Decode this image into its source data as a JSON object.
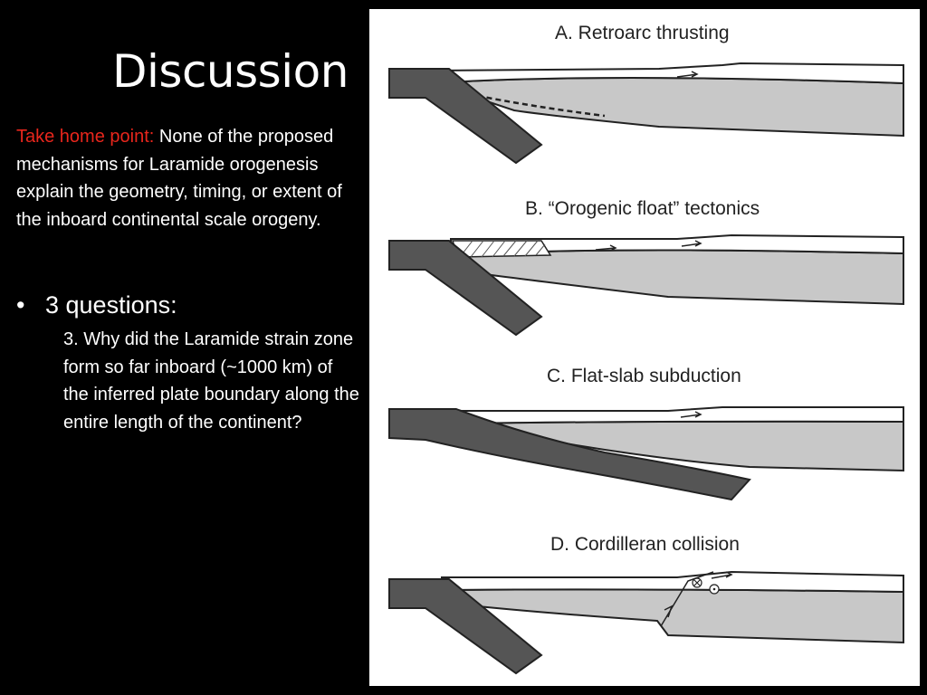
{
  "slide": {
    "title": "Discussion"
  },
  "take_home": {
    "label": "Take home point:",
    "text": " None of the proposed mechanisms for Laramide orogenesis explain the geometry, timing, or extent of the inboard continental scale orogeny."
  },
  "questions": {
    "bullet": "•",
    "heading": "3 questions:",
    "item": "3. Why did the Laramide strain zone form so far inboard (~1000 km) of the inferred plate boundary along the entire length of the continent?"
  },
  "figure": {
    "panels": [
      {
        "title": "A. Retroarc thrusting"
      },
      {
        "title": "B. “Orogenic float” tectonics"
      },
      {
        "title": "C. Flat-slab subduction"
      },
      {
        "title": "D. Cordilleran collision"
      }
    ],
    "colors": {
      "slab": "#555555",
      "lithosphere": "#c8c8c8",
      "crust": "#ffffff",
      "outline": "#222222"
    }
  }
}
